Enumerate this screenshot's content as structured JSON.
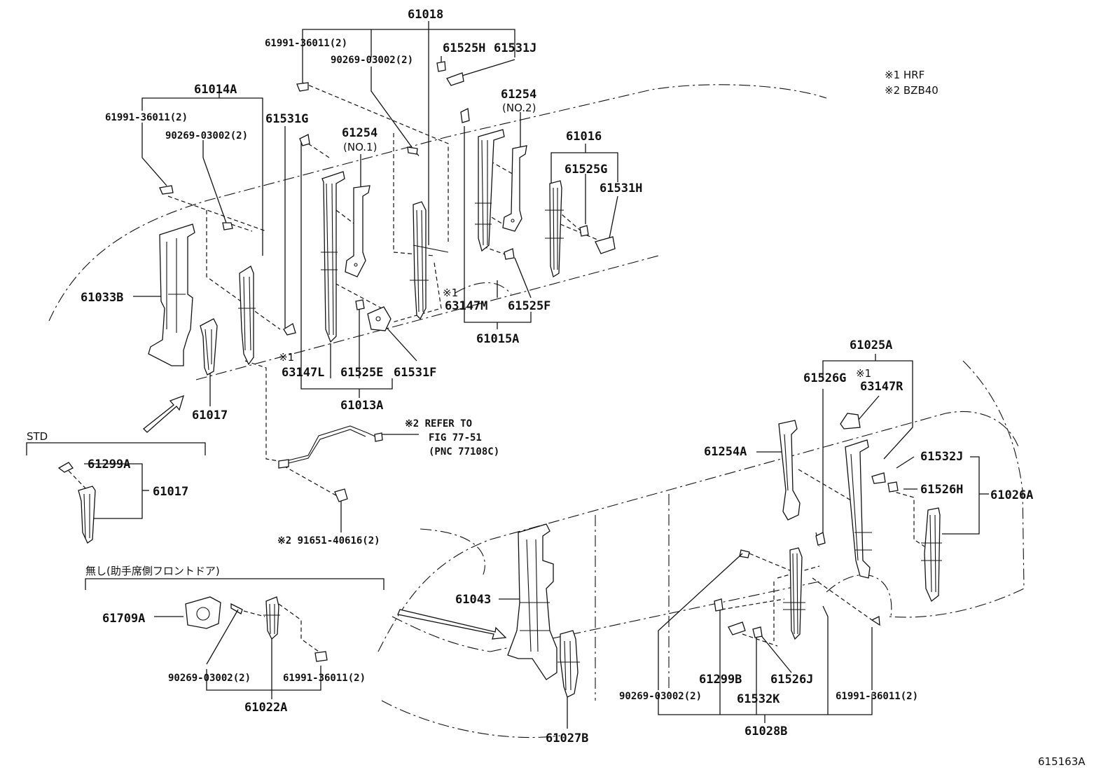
{
  "notes": {
    "n1": "※1 HRF",
    "n2": "※2 BZB40",
    "refer_1": "※2 REFER TO",
    "refer_2": "FIG 77-51",
    "refer_3": "(PNC 77108C)",
    "std": "STD",
    "nashi": "無し(助手席側フロントドア)",
    "fig_id": "615163A"
  },
  "labels": {
    "p61018": "61018",
    "p61991_36011_a": "61991-36011(2)",
    "p90269_03002_a": "90269-03002(2)",
    "p61525H": "61525H",
    "p61531J": "61531J",
    "p61014A": "61014A",
    "p61991_36011_b": "61991-36011(2)",
    "p90269_03002_b": "90269-03002(2)",
    "p61531G": "61531G",
    "p61254_1": "61254",
    "no1": "(NO.1)",
    "p61254_2": "61254",
    "no2": "(NO.2)",
    "p61016": "61016",
    "p61525G": "61525G",
    "p61531H": "61531H",
    "p61033B": "61033B",
    "m1_a": "※1",
    "p63147M": "63147M",
    "p61525F": "61525F",
    "p61015A": "61015A",
    "m1_b": "※1",
    "p63147L": "63147L",
    "p61525E": "61525E",
    "p61531F": "61531F",
    "p61013A": "61013A",
    "p61017_a": "61017",
    "p61299A": "61299A",
    "p61017_b": "61017",
    "p91651": "※2 91651-40616(2)",
    "p61709A": "61709A",
    "p90269_03002_c": "90269-03002(2)",
    "p61991_36011_c": "61991-36011(2)",
    "p61022A": "61022A",
    "p61043": "61043",
    "p61027B": "61027B",
    "p61025A": "61025A",
    "p61526G": "61526G",
    "m1_c": "※1",
    "p63147R": "63147R",
    "p61254A": "61254A",
    "p61532J": "61532J",
    "p61526H": "61526H",
    "p61026A": "61026A",
    "p61299B": "61299B",
    "p61526J": "61526J",
    "p61532K": "61532K",
    "p90269_03002_d": "90269-03002(2)",
    "p61991_36011_d": "61991-36011(2)",
    "p61028B": "61028B"
  }
}
